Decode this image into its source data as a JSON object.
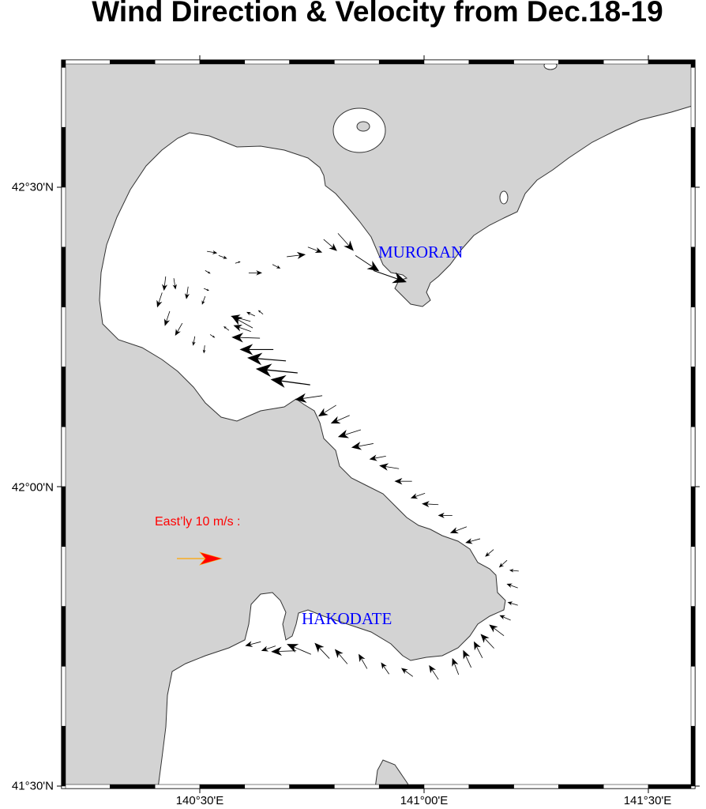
{
  "title": "Wind Direction & Velocity from Dec.18-19",
  "axes": {
    "lat_labels": [
      "42°30'N",
      "42°00'N",
      "41°30'N"
    ],
    "lon_labels": [
      "140°30'E",
      "141°00'E",
      "141°30'E"
    ]
  },
  "places": {
    "muroran": "MURORAN",
    "hakodate": "HAKODATE"
  },
  "legend": {
    "label": "East’ly 10 m/s :",
    "ref_u_ms": 10,
    "ref_v_ms": 0,
    "line_color": "#ffa500",
    "head_color": "#ff0000"
  },
  "colors": {
    "land": "#d3d3d3",
    "sea": "#ffffff",
    "coast": "#333333",
    "vector": "#000000",
    "place_label": "#0000ff"
  },
  "chart_data": {
    "type": "vector",
    "units": "m/s",
    "columns": [
      "lon",
      "lat",
      "u",
      "v"
    ],
    "vectors": [
      [
        140.808,
        42.423,
        3.5,
        -3.9
      ],
      [
        140.847,
        42.386,
        5.3,
        -3.5
      ],
      [
        140.887,
        42.361,
        7.4,
        -2.6
      ],
      [
        140.776,
        42.413,
        3.0,
        -2.6
      ],
      [
        140.741,
        42.4,
        3.2,
        -1.2
      ],
      [
        140.694,
        42.384,
        4.2,
        0.5
      ],
      [
        140.662,
        42.371,
        1.8,
        -0.9
      ],
      [
        140.609,
        42.357,
        3.0,
        0.0
      ],
      [
        140.579,
        42.373,
        1.2,
        0.4
      ],
      [
        140.542,
        42.386,
        1.9,
        -0.7
      ],
      [
        140.516,
        42.393,
        2.3,
        -0.4
      ],
      [
        140.512,
        42.361,
        1.2,
        -0.7
      ],
      [
        140.424,
        42.351,
        -0.4,
        -3.2
      ],
      [
        140.442,
        42.348,
        0.4,
        -2.5
      ],
      [
        140.416,
        42.324,
        -1.1,
        -3.3
      ],
      [
        140.474,
        42.334,
        -0.4,
        -2.8
      ],
      [
        140.512,
        42.318,
        -0.7,
        -1.9
      ],
      [
        140.509,
        42.331,
        1.2,
        -0.5
      ],
      [
        140.433,
        42.293,
        -1.1,
        -3.3
      ],
      [
        140.461,
        42.273,
        -1.6,
        -2.8
      ],
      [
        140.489,
        42.251,
        -0.4,
        -2.1
      ],
      [
        140.511,
        42.236,
        -0.2,
        -1.8
      ],
      [
        140.523,
        42.254,
        1.1,
        -0.7
      ],
      [
        140.565,
        42.261,
        -1.2,
        0.9
      ],
      [
        140.618,
        42.265,
        -4.7,
        2.6
      ],
      [
        140.613,
        42.276,
        -4.4,
        1.2
      ],
      [
        140.614,
        42.259,
        -3.9,
        1.4
      ],
      [
        140.623,
        42.285,
        -1.9,
        0.9
      ],
      [
        140.641,
        42.288,
        -1.1,
        0.9
      ],
      [
        140.634,
        42.248,
        -6.3,
        0.2
      ],
      [
        140.664,
        42.229,
        -7.5,
        0.0
      ],
      [
        140.692,
        42.21,
        -8.6,
        0.7
      ],
      [
        140.718,
        42.19,
        -9.3,
        0.9
      ],
      [
        140.746,
        42.17,
        -8.8,
        1.2
      ],
      [
        140.773,
        42.152,
        -6.1,
        -0.9
      ],
      [
        140.804,
        42.136,
        -4.0,
        -2.5
      ],
      [
        140.834,
        42.119,
        -4.2,
        -1.8
      ],
      [
        140.859,
        42.095,
        -5.1,
        -1.6
      ],
      [
        140.887,
        42.072,
        -4.9,
        -0.9
      ],
      [
        140.915,
        42.051,
        -3.7,
        -0.7
      ],
      [
        140.944,
        42.03,
        -4.4,
        0.7
      ],
      [
        140.973,
        42.009,
        -3.9,
        0.0
      ],
      [
        141.002,
        41.989,
        -3.2,
        -1.1
      ],
      [
        141.032,
        41.97,
        -3.7,
        0.2
      ],
      [
        141.063,
        41.952,
        -3.2,
        0.0
      ],
      [
        141.095,
        41.933,
        -3.7,
        -1.4
      ],
      [
        141.125,
        41.913,
        -3.3,
        -0.9
      ],
      [
        141.155,
        41.895,
        -1.9,
        -1.6
      ],
      [
        141.185,
        41.877,
        -1.8,
        -1.6
      ],
      [
        141.211,
        41.859,
        -2.1,
        0.2
      ],
      [
        141.209,
        41.831,
        -2.5,
        0.9
      ],
      [
        141.209,
        41.802,
        -2.3,
        0.7
      ],
      [
        141.193,
        41.777,
        -2.5,
        1.1
      ],
      [
        141.178,
        41.751,
        -3.3,
        2.5
      ],
      [
        141.156,
        41.73,
        -3.0,
        3.2
      ],
      [
        141.13,
        41.714,
        -1.9,
        3.7
      ],
      [
        141.105,
        41.698,
        -1.8,
        3.9
      ],
      [
        141.077,
        41.686,
        -1.4,
        3.7
      ],
      [
        141.032,
        41.678,
        -2.1,
        3.2
      ],
      [
        140.636,
        41.741,
        -3.5,
        -0.9
      ],
      [
        140.669,
        41.734,
        -3.2,
        -1.1
      ],
      [
        140.715,
        41.726,
        -5.6,
        -0.2
      ],
      [
        140.748,
        41.72,
        -5.4,
        2.3
      ],
      [
        140.789,
        41.713,
        -3.3,
        3.5
      ],
      [
        140.829,
        41.704,
        -2.8,
        3.3
      ],
      [
        140.873,
        41.696,
        -1.9,
        3.3
      ],
      [
        140.922,
        41.687,
        -1.8,
        2.6
      ],
      [
        140.975,
        41.683,
        -2.6,
        1.9
      ]
    ]
  }
}
